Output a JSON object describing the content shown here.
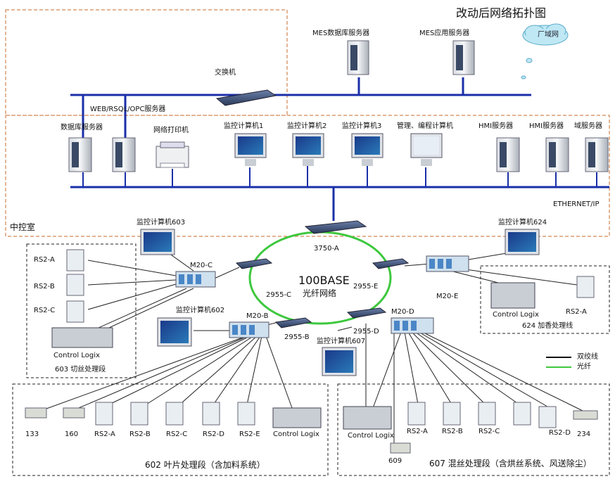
{
  "title": "改动后网络拓扑图",
  "cloud_label": "厂域网",
  "servers_top": {
    "mes_db": "MES数据库服务器",
    "mes_app": "MES应用服务器",
    "switch": "交换机",
    "web": "WEB/RSQL/OPC服务器"
  },
  "control_room": {
    "label": "中控室",
    "db_server": "数据库服务器",
    "printer": "网络打印机",
    "mon1": "监控计算机1",
    "mon2": "监控计算机2",
    "mon3": "监控计算机3",
    "mgmt": "管理、编程计算机",
    "hmi1": "HMI服务器",
    "hmi2": "HMI服务器",
    "domain": "域服务器",
    "ethernet": "ETHERNET/IP"
  },
  "ring": {
    "core": "3750-A",
    "label1": "100BASE",
    "label2": "光纤网络",
    "s_c": "2955-C",
    "s_e": "2955-E",
    "s_b": "2955-B",
    "s_d": "2955-D"
  },
  "m20": {
    "c": "M20-C",
    "b": "M20-B",
    "d": "M20-D",
    "e": "M20-E"
  },
  "monitors": {
    "m603": "监控计算机603",
    "m624": "监控计算机624",
    "m602": "监控计算机602",
    "m607": "监控计算机607"
  },
  "zone603": {
    "caption": "603  切丝处理段",
    "rs_a": "RS2-A",
    "rs_b": "RS2-B",
    "rs_c": "RS2-C",
    "plc": "Control Logix"
  },
  "zone624": {
    "caption": "624  加香处理线",
    "plc": "Control Logix",
    "rs_a": "RS2-A"
  },
  "zone602": {
    "caption": "602 叶片处理段（含加料系统）",
    "d133": "133",
    "d160": "160",
    "rs_a": "RS2-A",
    "rs_b": "RS2-B",
    "rs_c": "RS2-C",
    "rs_d": "RS2-D",
    "rs_e": "RS2-E",
    "plc": "Control Logix"
  },
  "zone607": {
    "caption": "607  混丝处理段（含烘丝系统、风送除尘）",
    "plc": "Control Logix",
    "rs_a": "RS2-A",
    "rs_b": "RS2-B",
    "rs_c": "RS2-C",
    "rs_d": "RS2-D",
    "d234": "234",
    "d609": "609"
  },
  "legend": {
    "twisted": "双绞线",
    "fiber": "光纤"
  },
  "colors": {
    "bus": "#1a2fa8",
    "fiber": "#3ec83e",
    "wire": "#222222",
    "zone_border": "#c86a2a"
  }
}
